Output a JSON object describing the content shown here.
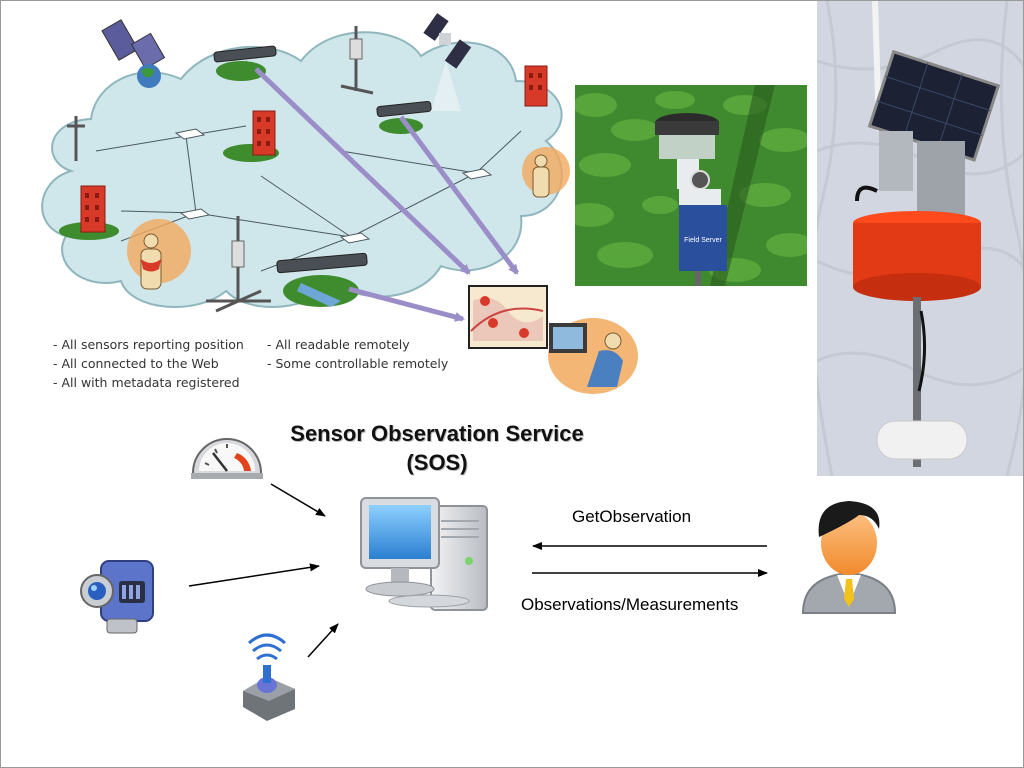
{
  "network_notes": {
    "left": [
      "- All sensors reporting position",
      "- All connected to the Web",
      "- All with metadata registered"
    ],
    "right": [
      "- All readable remotely",
      "- Some controllable remotely"
    ]
  },
  "sos": {
    "title_line1": "Sensor Observation Service",
    "title_line2": "(SOS)"
  },
  "requests": {
    "get_label": "GetObservation",
    "response_label": "Observations/Measurements"
  },
  "field_server_photo": {
    "label": "Field Server"
  },
  "colors": {
    "cloud": "#cfe6ea",
    "cloud_edge": "#8fb6bd",
    "arrow_purple": "#9b8ec8",
    "buoy_red": "#e23a14",
    "field_green": "#3f8a2e"
  }
}
